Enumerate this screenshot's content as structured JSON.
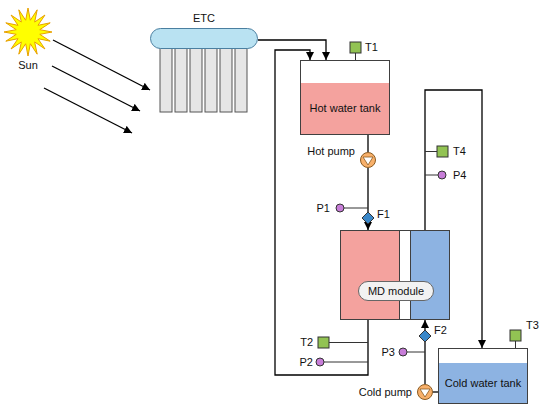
{
  "diagram": {
    "nodes": [
      {
        "text": [
          "Sun"
        ]
      },
      {
        "text": [
          "ETC"
        ]
      },
      {
        "text": [
          "Hot water tank"
        ]
      },
      {
        "text": [
          "Hot pump"
        ]
      },
      {
        "text": [
          "MD module"
        ]
      },
      {
        "text": [
          "Cold pump"
        ]
      },
      {
        "text": [
          "Cold water tank"
        ]
      }
    ],
    "edges": [
      {
        "from": 0,
        "to": 1,
        "arrow": "to"
      },
      {
        "from": 1,
        "to": 2,
        "arrow": "to"
      },
      {
        "from": 2,
        "to": 3,
        "arrow": "none"
      },
      {
        "from": 3,
        "to": 4,
        "arrow": "to"
      },
      {
        "from": 4,
        "to": 2,
        "arrow": "to"
      },
      {
        "from": 6,
        "to": 5,
        "arrow": "none"
      },
      {
        "from": 5,
        "to": 4,
        "arrow": "to"
      },
      {
        "from": 4,
        "to": 6,
        "arrow": "to"
      }
    ],
    "labels": [
      "T1",
      "P1",
      "F1",
      "T2",
      "P2",
      "P3",
      "F2",
      "T4",
      "P4",
      "T3"
    ]
  }
}
